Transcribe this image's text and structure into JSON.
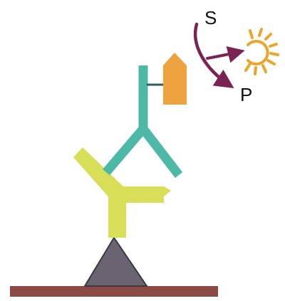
{
  "labels": {
    "substrate": "S",
    "product": "P"
  },
  "colors": {
    "surface": "#8b4a44",
    "antigen": "#6a6371",
    "antigen_outline": "#3a3a3a",
    "capture_antibody": "#d7df59",
    "detection_antibody": "#4db8a6",
    "enzyme": "#eea33f",
    "linker": "#2f5e57",
    "reaction_arrow": "#7a2453",
    "signal": "#e9a62c",
    "text": "#111111"
  },
  "icons": {
    "surface": "surface-bar",
    "antigen": "triangle-antigen",
    "capture_antibody": "y-antibody",
    "detection_antibody": "y-antibody",
    "enzyme": "hexagon-enzyme",
    "signal": "burst-signal"
  }
}
